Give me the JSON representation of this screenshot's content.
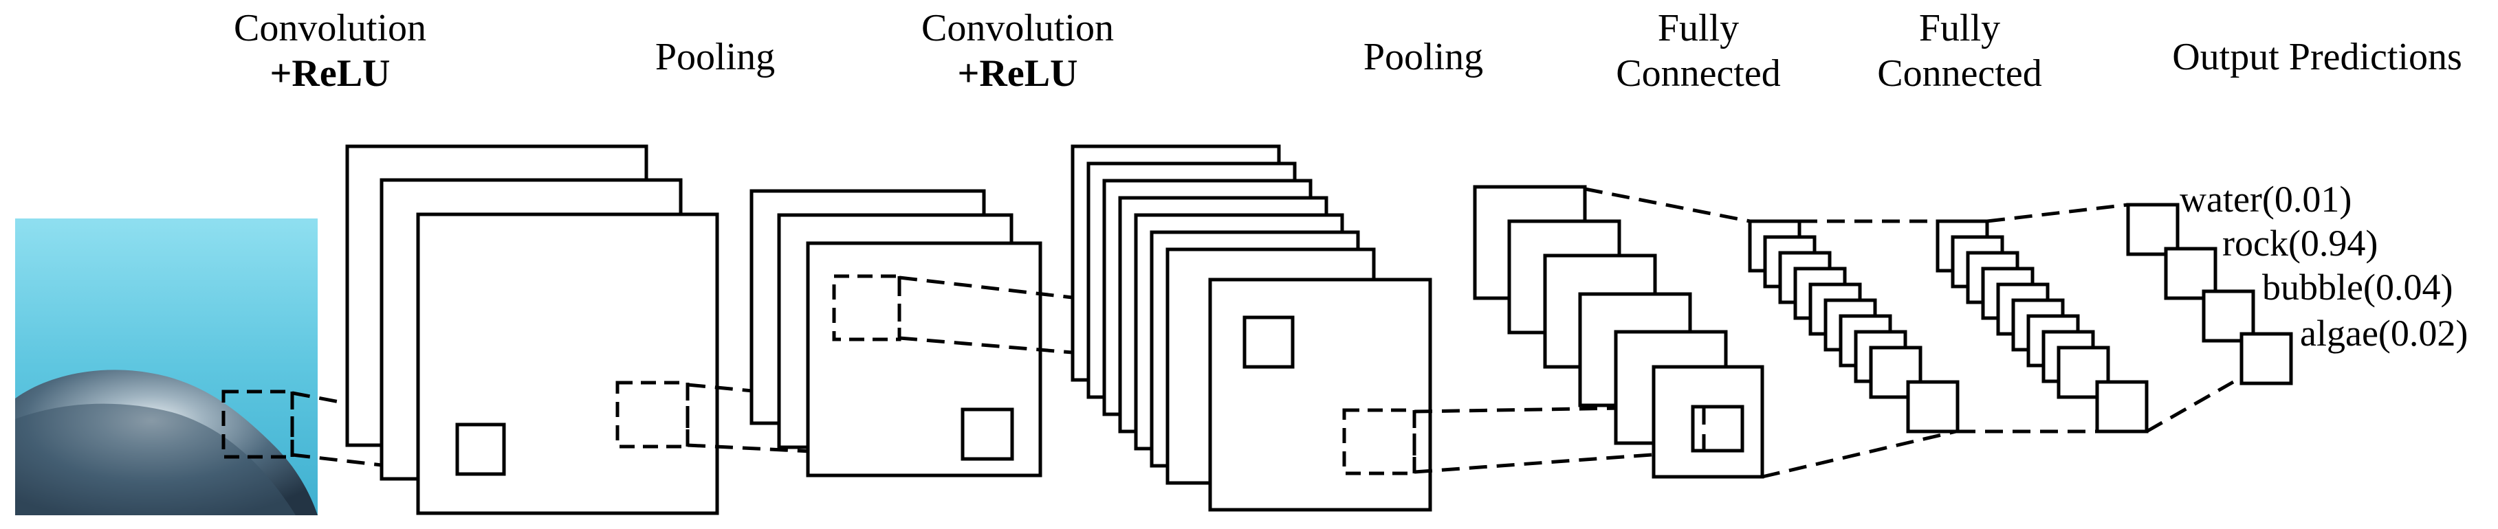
{
  "stages": [
    {
      "line1": "Convolution",
      "line2": "+ReLU"
    },
    {
      "line1": "Pooling",
      "line2": ""
    },
    {
      "line1": "Convolution",
      "line2": "+ReLU"
    },
    {
      "line1": "Pooling",
      "line2": ""
    },
    {
      "line1": "Fully",
      "line2": "Connected"
    },
    {
      "line1": "Fully",
      "line2": "Connected"
    },
    {
      "line1": "Output Predictions",
      "line2": ""
    }
  ],
  "predictions": [
    {
      "label": "water(0.01)",
      "probability": 0.01
    },
    {
      "label": "rock(0.94)",
      "probability": 0.94
    },
    {
      "label": "bubble(0.04)",
      "probability": 0.04
    },
    {
      "label": "algae(0.02)",
      "probability": 0.02
    }
  ],
  "colors": {
    "stroke": "#000000",
    "background": "#ffffff",
    "water": "#5ec6e0",
    "rock": "#3c566a"
  },
  "icons": {
    "input_image": "underwater-rock-photo"
  }
}
